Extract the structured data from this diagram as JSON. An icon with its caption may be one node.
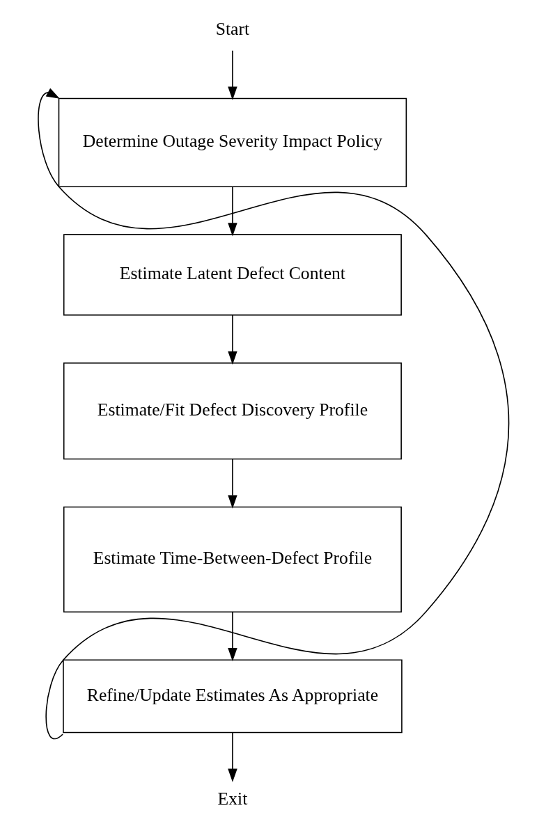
{
  "diagram": {
    "nodes": [
      {
        "text": [
          "Start"
        ]
      },
      {
        "text": [
          "Determine Outage Severity Impact Policy"
        ]
      },
      {
        "text": [
          "Estimate Latent Defect Content"
        ]
      },
      {
        "text": [
          "Estimate/Fit Defect Discovery Profile"
        ]
      },
      {
        "text": [
          "Estimate Time-Between-Defect Profile"
        ]
      },
      {
        "text": [
          "Refine/Update Estimates As Appropriate"
        ]
      },
      {
        "text": [
          "Exit"
        ]
      }
    ],
    "edges": [
      {
        "from": 0,
        "to": 1,
        "arrow": "to"
      },
      {
        "from": 1,
        "to": 2,
        "arrow": "to"
      },
      {
        "from": 2,
        "to": 3,
        "arrow": "to"
      },
      {
        "from": 3,
        "to": 4,
        "arrow": "to"
      },
      {
        "from": 4,
        "to": 5,
        "arrow": "to"
      },
      {
        "from": 5,
        "to": 6,
        "arrow": "to"
      },
      {
        "from": 5,
        "to": 1,
        "arrow": "to"
      }
    ]
  }
}
